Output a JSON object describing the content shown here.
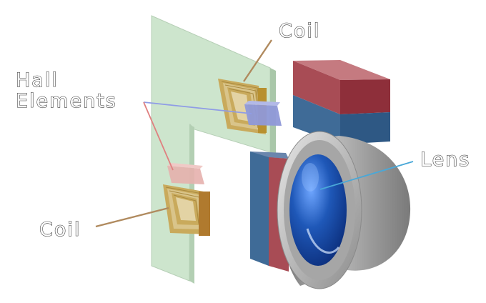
{
  "labels": {
    "coil_top": "Coil",
    "hall_line1": "Hall",
    "hall_line2": "Elements",
    "lens": "Lens",
    "coil_bottom": "Coil"
  },
  "colors": {
    "board": "#c9e3c9",
    "coil": "#d9c48a",
    "magnet_north": "#a84c55",
    "magnet_south": "#3f6b97",
    "lens_glass": "#1f58b8",
    "barrel": "#b3b3b3",
    "hall_top": "#8f99d8",
    "hall_bottom": "#e6b0ad",
    "leader_coil": "#b08a5e",
    "leader_hall_top": "#8f9ce6",
    "leader_hall_bottom": "#e08080",
    "leader_lens": "#49a8d8"
  }
}
